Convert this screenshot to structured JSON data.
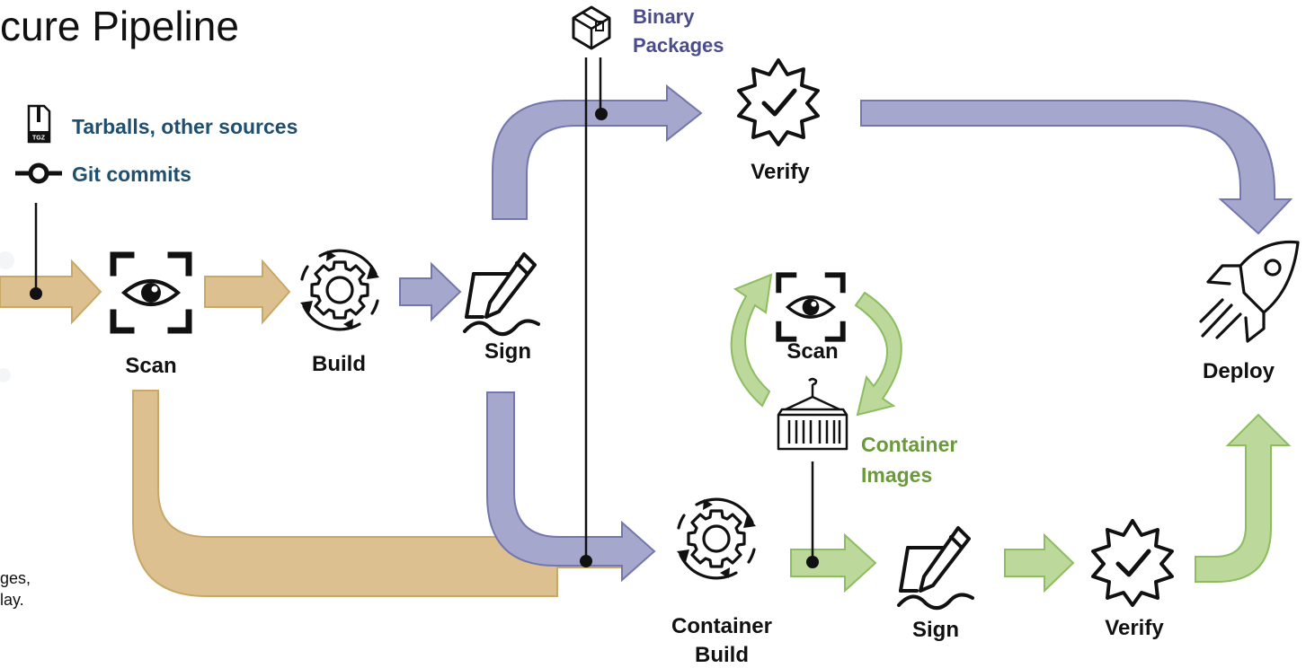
{
  "title": "cure Pipeline",
  "sources": {
    "tarballs": "Tarballs, other sources",
    "git": "Git commits",
    "tgz_badge": "TGZ",
    "binary_line1": "Binary",
    "binary_line2": "Packages",
    "container_line1": "Container",
    "container_line2": "Images"
  },
  "steps": {
    "scan": "Scan",
    "build": "Build",
    "sign": "Sign",
    "verify_top": "Verify",
    "deploy": "Deploy",
    "scan_container": "Scan",
    "container_build_1": "Container",
    "container_build_2": "Build",
    "sign_bottom": "Sign",
    "verify_bottom": "Verify"
  },
  "note": {
    "line1": "ges,",
    "line2": "lay."
  },
  "icons": [
    "archive-file-icon",
    "git-commit-icon",
    "package-box-icon",
    "eye-scan-icon",
    "gear-cycle-icon",
    "signature-pen-icon",
    "verified-badge-icon",
    "rocket-icon",
    "shipping-container-icon"
  ],
  "colors": {
    "source_flow": "#dcc08f",
    "source_stroke": "#c9a866",
    "binary_flow": "#a5a8cc",
    "binary_stroke": "#7477ad",
    "container_flow": "#bcd89a",
    "container_stroke": "#8cbd5e",
    "tarball_text": "#1f4e6e",
    "binary_text": "#4a4c8c",
    "container_text": "#6a9a3a"
  }
}
